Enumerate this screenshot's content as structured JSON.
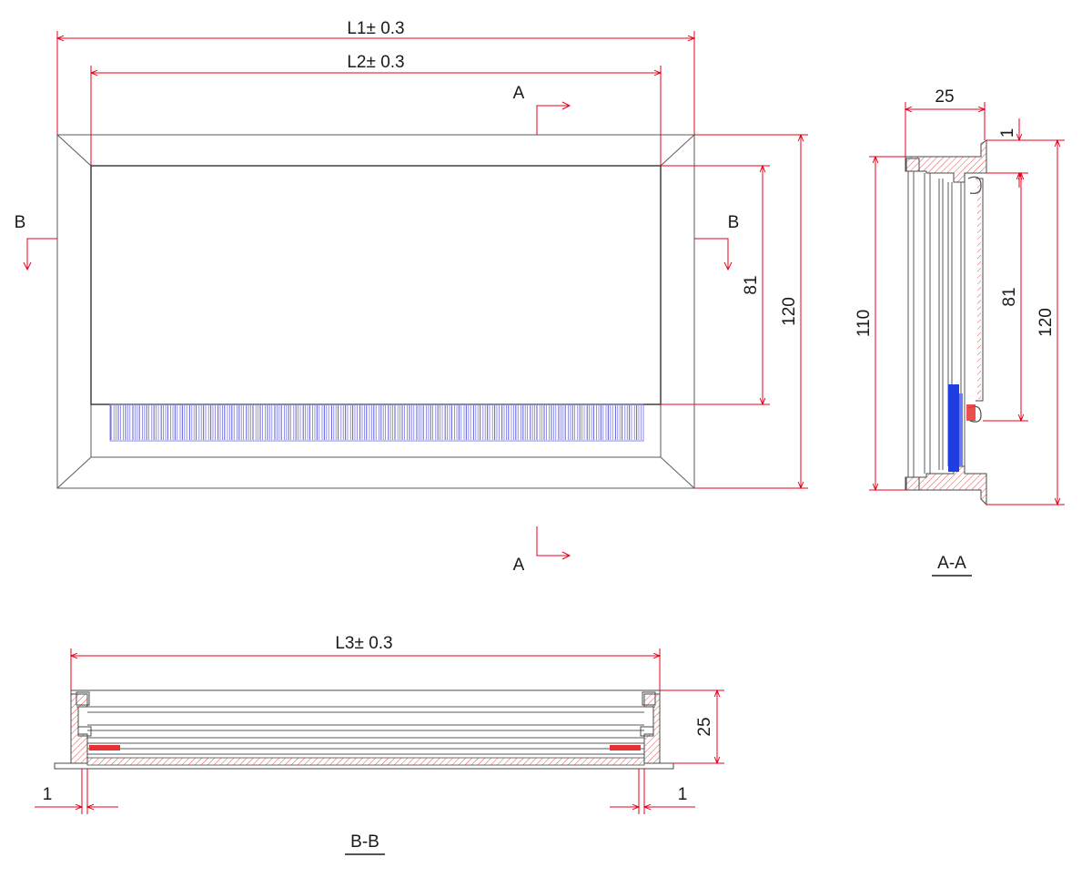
{
  "dimensions": {
    "l1": "L1± 0.3",
    "l2": "L2± 0.3",
    "l3": "L3± 0.3",
    "front_height": "120",
    "front_inner": "81",
    "aa_width": "25",
    "aa_lip": "1",
    "aa_outer": "110",
    "aa_inner": "81",
    "aa_total": "120",
    "bb_height": "25",
    "bb_left": "1",
    "bb_right": "1"
  },
  "sections": {
    "a_top": "A",
    "a_bottom": "A",
    "b_left": "B",
    "b_right": "B",
    "aa_caption": "A-A",
    "bb_caption": "B-B"
  },
  "colors": {
    "dimension": "#e8001c",
    "louver": "#6a6ae0",
    "seal": "#e83030",
    "glass": "#1f3de0"
  }
}
